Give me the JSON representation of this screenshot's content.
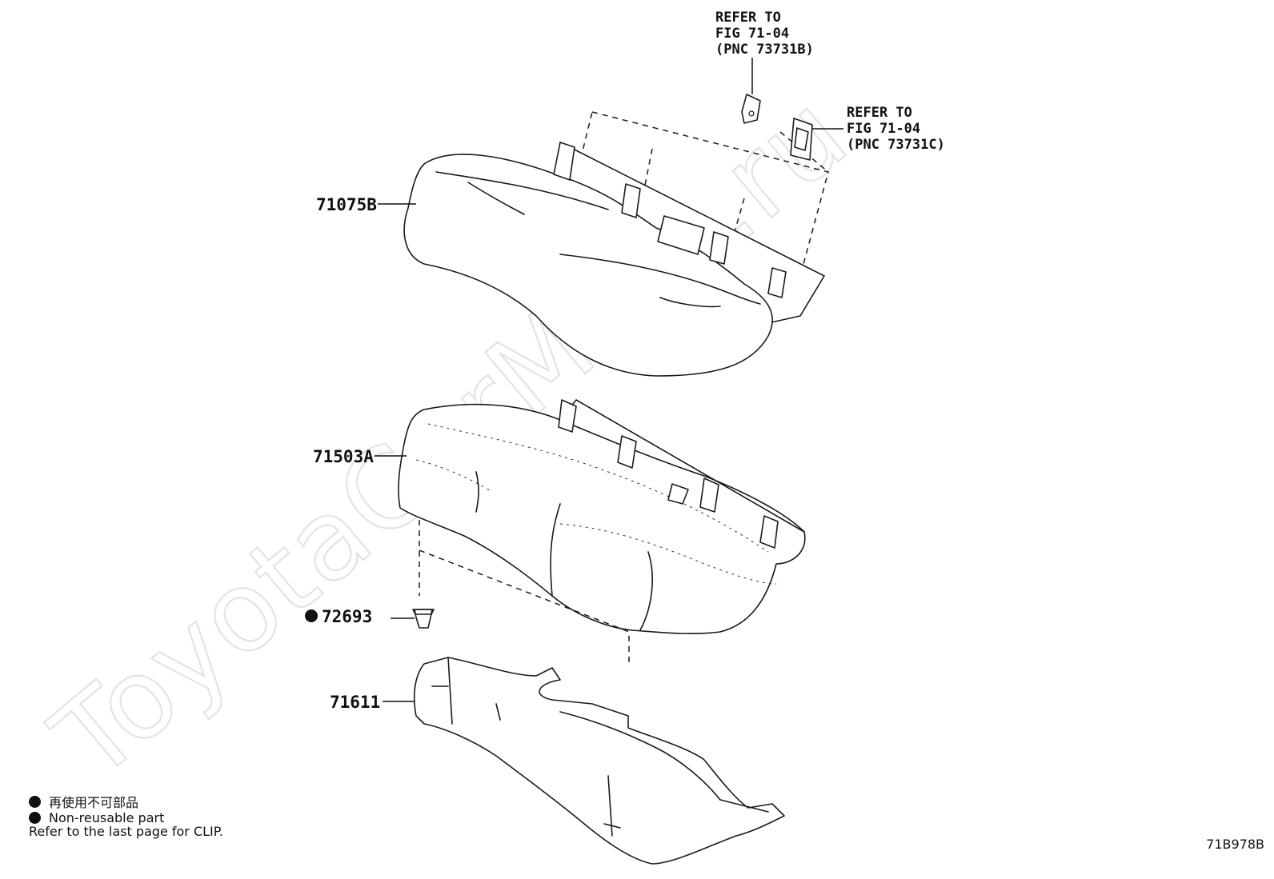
{
  "watermark": "ToyotaCarMine.ru",
  "parts": [
    {
      "number": "71075B"
    },
    {
      "number": "71503A"
    },
    {
      "number": "72693",
      "non_reusable": true
    },
    {
      "number": "71611"
    }
  ],
  "references": [
    {
      "line1": "REFER TO",
      "line2": "FIG 71-04",
      "line3": "(PNC 73731B)"
    },
    {
      "line1": "REFER TO",
      "line2": "FIG 71-04",
      "line3": "(PNC 73731C)"
    }
  ],
  "legend": {
    "non_reusable_jp": "再使用不可部品",
    "non_reusable_en": "Non-reusable part"
  },
  "note": "Refer to the last page for CLIP.",
  "figure_code": "71B978B"
}
